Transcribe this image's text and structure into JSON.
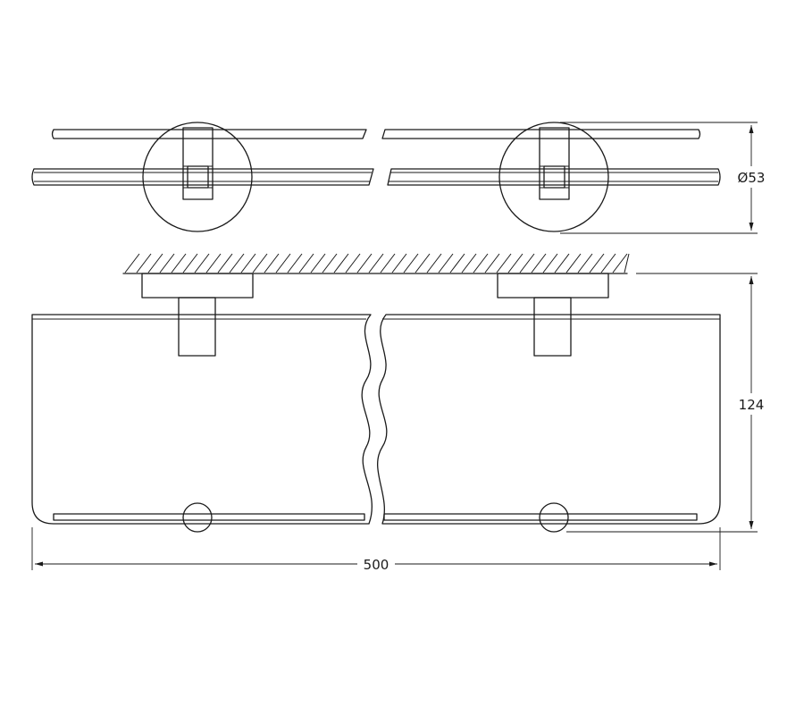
{
  "drawing": {
    "dimensions": {
      "diameter": "Ø53",
      "height": "124",
      "width": "500"
    },
    "colors": {
      "line": "#1a1a1a",
      "background": "#ffffff"
    }
  }
}
